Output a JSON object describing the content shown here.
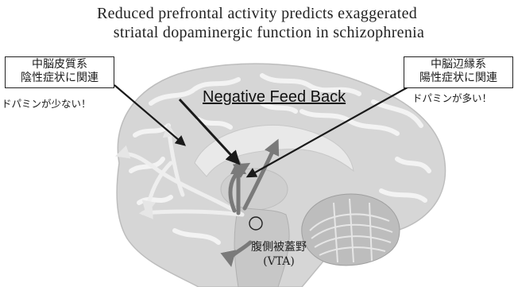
{
  "title": {
    "line1": "Reduced prefrontal activity predicts exaggerated",
    "line2": "striatal dopaminergic function in schizophrenia"
  },
  "mesocortical_box": {
    "line1": "中脳皮質系",
    "line2": "陰性症状に関連"
  },
  "mesocortical_note": "ドパミンが少ない！",
  "mesolimbic_box": {
    "line1": "中脳辺縁系",
    "line2": "陽性症状に関連"
  },
  "mesolimbic_note": "ドパミンが多い！",
  "feedback_label": "Negative Feed Back",
  "vta_label": {
    "line1": "腹側被蓋野",
    "line2": "(VTA)"
  },
  "colors": {
    "brain_base": "#d6d6d6",
    "brain_gyri": "#f3f3f3",
    "pathway_light": "#eeeeee",
    "pathway_dark": "#7a7a7a",
    "arrow_black": "#1a1a1a"
  }
}
